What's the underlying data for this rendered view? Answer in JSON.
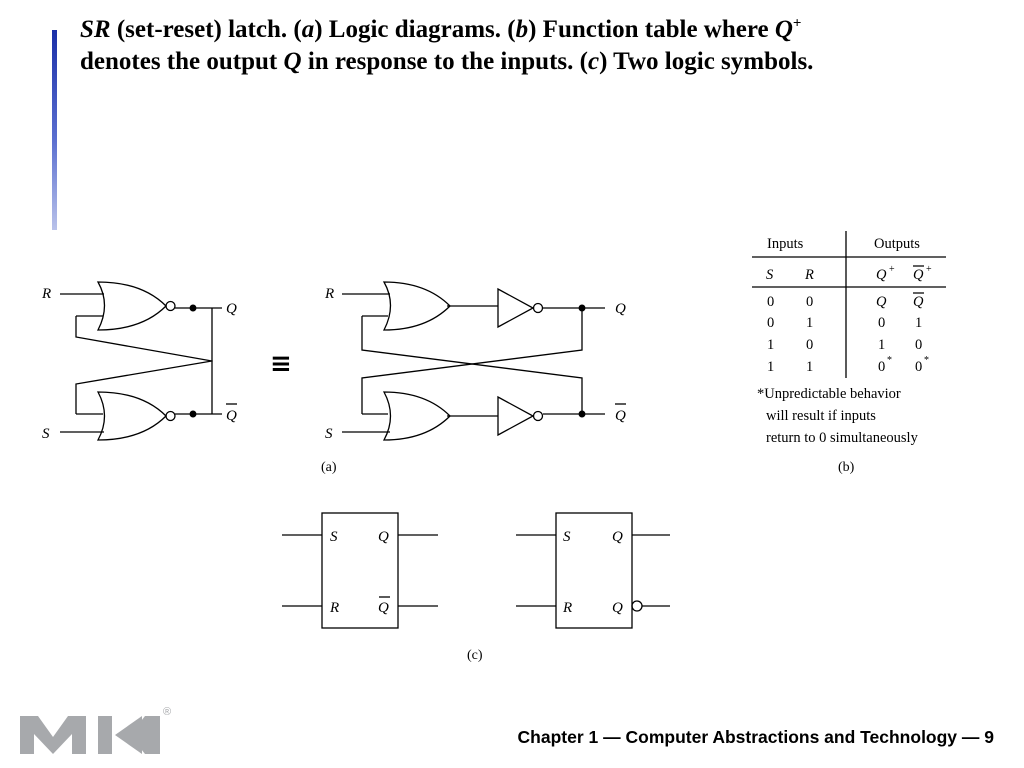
{
  "title": {
    "line1": [
      "SR",
      " (set-reset) latch. (",
      "a",
      ") Logic diagrams. (",
      "b",
      ") Function table where ",
      "Q",
      "+"
    ],
    "line2": [
      "denotes the output ",
      "Q",
      " in response to the inputs.  (",
      "c",
      ") Two logic symbols."
    ]
  },
  "diagram_a": {
    "input_r": "R",
    "input_s": "S",
    "output_q": "Q",
    "output_qbar": "Q",
    "equivalence": "≡",
    "caption": "(a)"
  },
  "function_table": {
    "header_inputs": "Inputs",
    "header_outputs": "Outputs",
    "columns": [
      "S",
      "R",
      "Q",
      "Q"
    ],
    "rows": [
      [
        "0",
        "0",
        "Q",
        "Q"
      ],
      [
        "0",
        "1",
        "0",
        "1"
      ],
      [
        "1",
        "0",
        "1",
        "0"
      ],
      [
        "1",
        "1",
        "0",
        "0"
      ]
    ],
    "footnote_mark": "*",
    "footnote": [
      "*Unpredictable behavior",
      "will result if inputs",
      "return to 0 simultaneously"
    ],
    "caption": "(b)"
  },
  "symbols_c": {
    "pin_s": "S",
    "pin_r": "R",
    "pin_q": "Q",
    "pin_qbar": "Q",
    "caption": "(c)"
  },
  "footer": {
    "text": "Chapter 1 — Computer Abstractions and Technology — 9"
  },
  "logo": {
    "registered": "®"
  },
  "colors": {
    "accent": "#1a2fa8",
    "logo_gray": "#a7a9ac"
  }
}
